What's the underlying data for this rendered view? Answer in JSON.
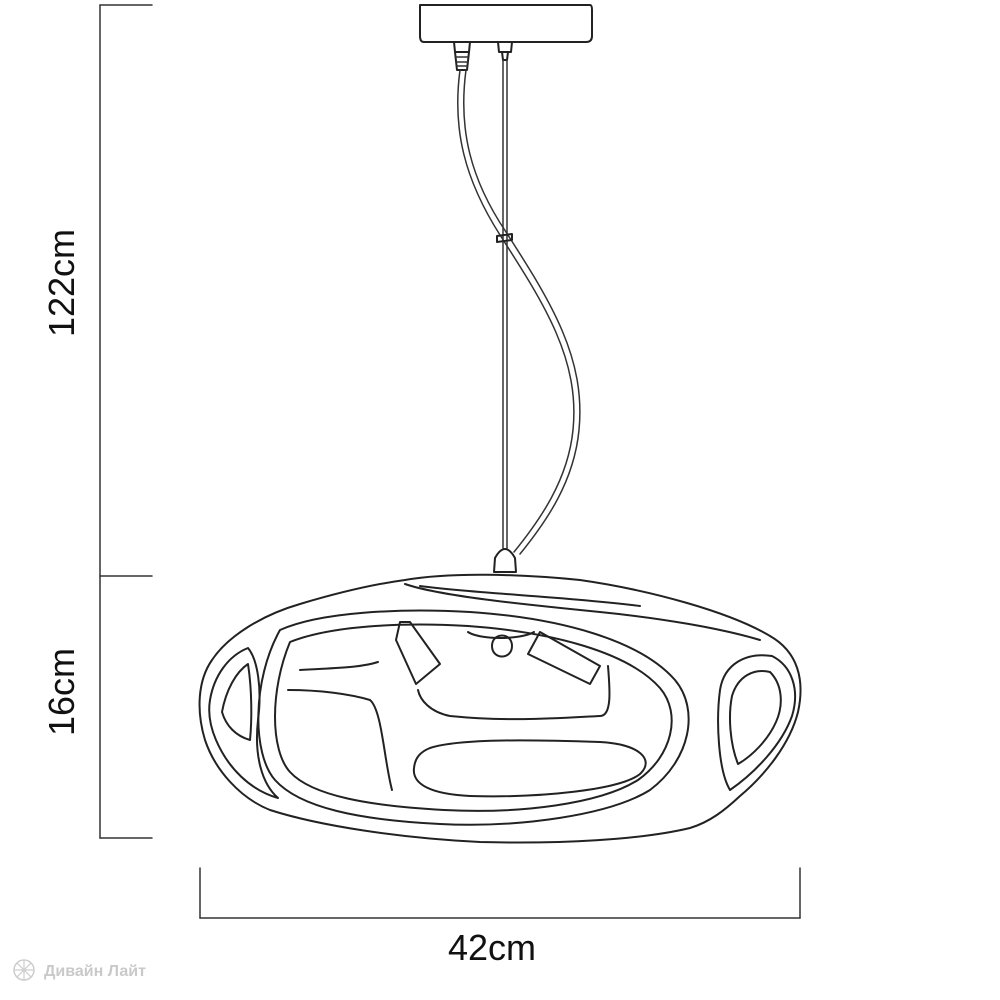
{
  "dimensions": {
    "height_upper": "122cm",
    "height_lower": "16cm",
    "width": "42cm"
  },
  "watermark": {
    "brand": "Дивайн Лайт",
    "icon": "starburst-logo-icon"
  }
}
